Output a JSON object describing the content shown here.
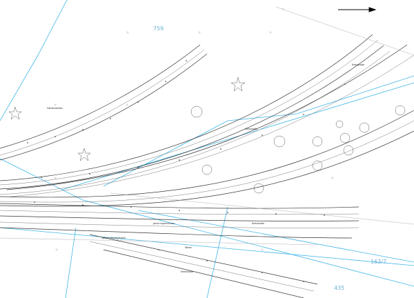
{
  "parcels": [
    {
      "id": "p1",
      "label": "759"
    },
    {
      "id": "p2",
      "label": "163/7"
    },
    {
      "id": "p3",
      "label": "435"
    }
  ],
  "labels": {
    "road_top": "Kreisstraße",
    "road_mid": "Kreisstraße",
    "road_low": "Kreisstraße",
    "road_bottom": "Kreisstraße",
    "area_left": "Gehölzstreifen",
    "area_center": "Wiese",
    "strip_label_1": "grüne Ingenieurbau",
    "strip_label_2": "grünes Abstandsgrün"
  },
  "colors": {
    "boundary": "#3fb6e8",
    "linework": "#333333",
    "parcel_text": "#6ab0d6"
  },
  "icons": {
    "north_arrow": "north-arrow-icon",
    "tree_deciduous": "deciduous-tree-icon",
    "tree_conifer": "conifer-tree-icon"
  }
}
